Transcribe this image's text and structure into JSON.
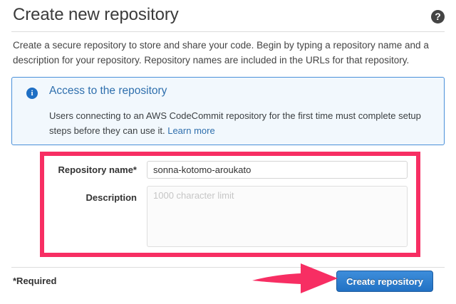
{
  "header": {
    "title": "Create new repository",
    "help_icon": "help-circle-icon",
    "help_glyph": "?"
  },
  "intro": {
    "text": "Create a secure repository to store and share your code. Begin by typing a repository name and a description for your repository. Repository names are included in the URLs for that repository."
  },
  "alert": {
    "icon": "info-circle-icon",
    "icon_glyph": "i",
    "title": "Access to the repository",
    "body": "Users connecting to an AWS CodeCommit repository for the first time must complete setup steps before they can use it. ",
    "link_label": "Learn more",
    "background_color": "#f2f8fd",
    "border_color": "#4a90d9",
    "title_color": "#2f6fad"
  },
  "form": {
    "name_label": "Repository name*",
    "name_value": "sonna-kotomo-aroukato",
    "name_placeholder": "",
    "description_label": "Description",
    "description_value": "",
    "description_placeholder": "1000 character limit"
  },
  "footer": {
    "required_note": "*Required",
    "submit_label": "Create repository",
    "submit_color": "#2272c4"
  },
  "annotations": {
    "highlight_color": "#f72e63",
    "box_label": "form-fields-highlight",
    "arrow_label": "pointer-arrow-to-create-button"
  }
}
